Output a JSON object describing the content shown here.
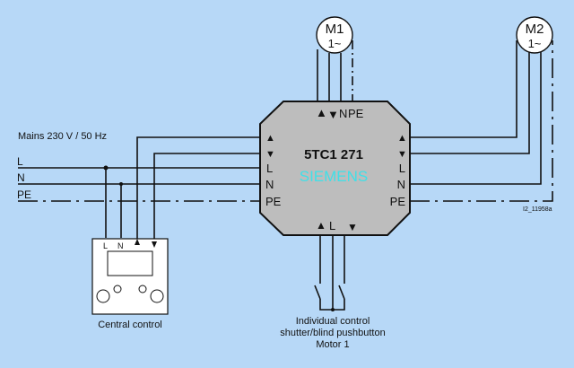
{
  "colors": {
    "background": "#b7d8f7",
    "device": "#bdbdbd",
    "brand": "#3fe0e8"
  },
  "device": {
    "model": "5TC1 271",
    "brand": "SIEMENS",
    "top_labels": {
      "n": "N",
      "pe": "PE"
    },
    "left_labels": {
      "l": "L",
      "n": "N",
      "pe": "PE"
    },
    "right_labels": {
      "l": "L",
      "n": "N",
      "pe": "PE"
    },
    "bottom_label": "L"
  },
  "motors": [
    {
      "name": "M1",
      "type": "1~"
    },
    {
      "name": "M2",
      "type": "1~"
    }
  ],
  "mains": {
    "title": "Mains 230 V / 50 Hz",
    "l": "L",
    "n": "N",
    "pe": "PE"
  },
  "central_control": {
    "label": "Central control",
    "l": "L",
    "n": "N"
  },
  "individual_control": {
    "line1": "Individual control",
    "line2": "shutter/blind pushbutton",
    "line3": "Motor 1"
  },
  "figure_id": "I2_11958a"
}
